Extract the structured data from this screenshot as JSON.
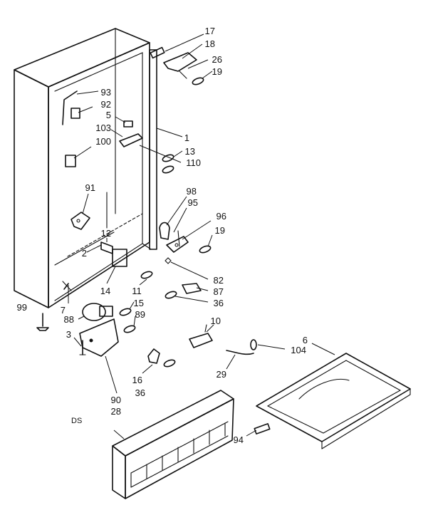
{
  "diagram": {
    "page_tag": "DS",
    "callouts": {
      "c17": "17",
      "c18": "18",
      "c26": "26",
      "c19a": "19",
      "c93": "93",
      "c92": "92",
      "c5": "5",
      "c103": "103",
      "c1": "1",
      "c100": "100",
      "c13": "13",
      "c110": "110",
      "c91": "91",
      "c98": "98",
      "c95": "95",
      "c96": "96",
      "c19b": "19",
      "c12": "12",
      "c2": "2",
      "c82": "82",
      "c87": "87",
      "c36a": "36",
      "c14": "14",
      "c11": "11",
      "c15": "15",
      "c89": "89",
      "c99": "99",
      "c7": "7",
      "c88": "88",
      "c3": "3",
      "c10": "10",
      "c6": "6",
      "c104": "104",
      "c29": "29",
      "c16": "16",
      "c36b": "36",
      "c90": "90",
      "c28": "28",
      "c94": "94"
    }
  }
}
